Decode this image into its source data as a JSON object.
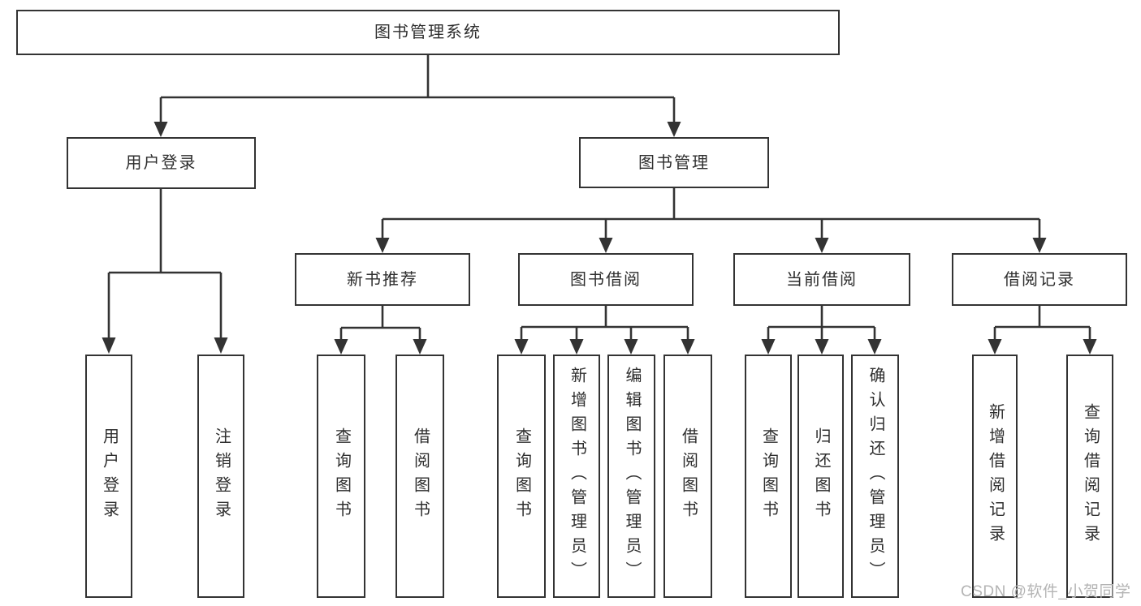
{
  "tree": {
    "root": {
      "label": "图书管理系统",
      "children": [
        {
          "label": "用户登录",
          "children": [
            {
              "label": "用户登录"
            },
            {
              "label": "注销登录"
            }
          ]
        },
        {
          "label": "图书管理",
          "children": [
            {
              "label": "新书推荐",
              "children": [
                {
                  "label": "查询图书"
                },
                {
                  "label": "借阅图书"
                }
              ]
            },
            {
              "label": "图书借阅",
              "children": [
                {
                  "label": "查询图书"
                },
                {
                  "label": "新增图书（管理员）"
                },
                {
                  "label": "编辑图书（管理员）"
                },
                {
                  "label": "借阅图书"
                }
              ]
            },
            {
              "label": "当前借阅",
              "children": [
                {
                  "label": "查询图书"
                },
                {
                  "label": "归还图书"
                },
                {
                  "label": "确认归还（管理员）"
                }
              ]
            },
            {
              "label": "借阅记录",
              "children": [
                {
                  "label": "新增借阅记录"
                },
                {
                  "label": "查询借阅记录"
                }
              ]
            }
          ]
        }
      ]
    }
  },
  "watermark": {
    "text": "CSDN @软件_小贺同学"
  },
  "colors": {
    "line": "#333333",
    "text": "#2e2e2e",
    "background": "#ffffff",
    "watermark": "#b4b4b4"
  }
}
